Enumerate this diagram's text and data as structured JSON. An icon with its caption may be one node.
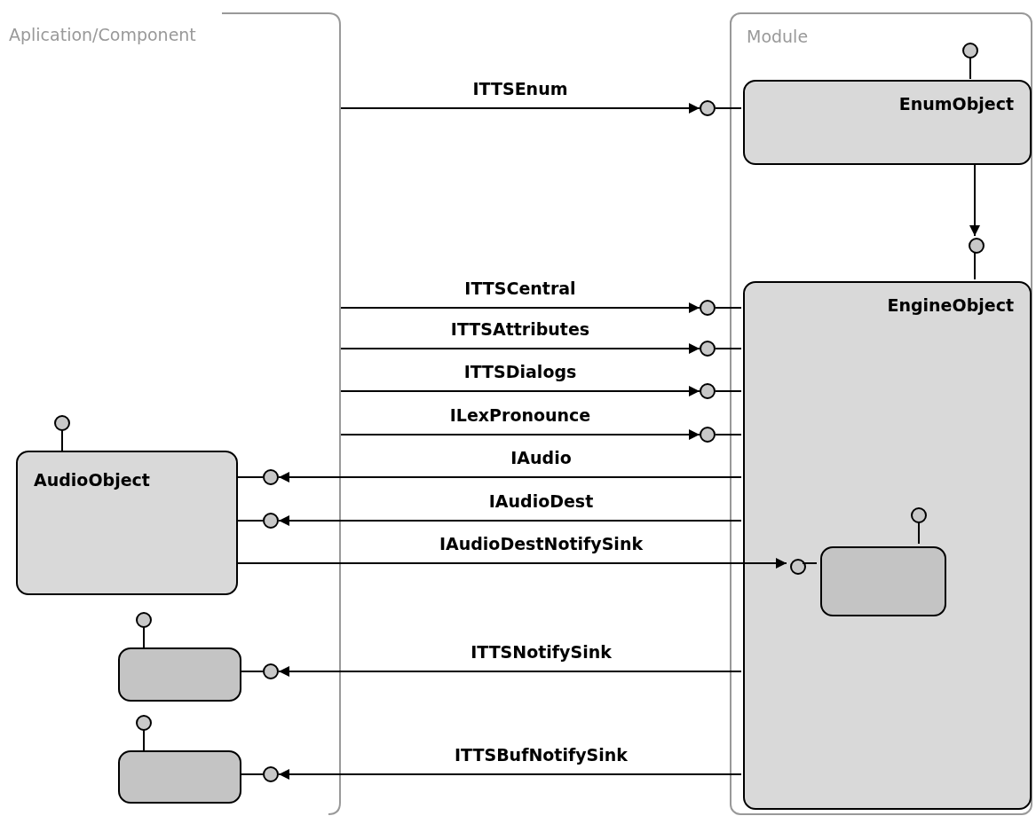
{
  "diagram": {
    "nodes": [
      {
        "text": [
          "Aplication/Component"
        ]
      },
      {
        "text": [
          "Module"
        ]
      },
      {
        "text": [
          "EnumObject"
        ],
        "in": 1
      },
      {
        "text": [
          "EngineObject"
        ],
        "in": 1
      },
      {
        "text": [
          "AudioObject"
        ],
        "in": 0
      },
      {
        "text": [],
        "shape": "box",
        "in": 3
      },
      {
        "text": [],
        "shape": "box",
        "in": 0
      },
      {
        "text": [],
        "shape": "box",
        "in": 0
      },
      {
        "text": [],
        "shape": "circle"
      },
      {
        "text": [],
        "shape": "circle",
        "in": 1
      },
      {
        "text": [],
        "shape": "circle"
      },
      {
        "text": [],
        "shape": "circle"
      },
      {
        "text": [],
        "shape": "circle"
      },
      {
        "text": [],
        "shape": "circle"
      },
      {
        "text": [],
        "shape": "circle",
        "in": 0
      },
      {
        "text": [],
        "shape": "circle",
        "in": 0
      },
      {
        "text": [],
        "shape": "circle",
        "in": 3
      },
      {
        "text": [],
        "shape": "circle",
        "in": 0
      },
      {
        "text": [],
        "shape": "circle",
        "in": 0
      }
    ],
    "edges": [
      {
        "from": 0,
        "to": 8,
        "arrow": "to",
        "label": "ITTSEnum"
      },
      {
        "from": 8,
        "to": 2,
        "arrow": "none"
      },
      {
        "from": 2,
        "to": 9,
        "arrow": "to"
      },
      {
        "from": 9,
        "to": 3,
        "arrow": "none"
      },
      {
        "from": 0,
        "to": 10,
        "arrow": "to",
        "label": "ITTSCentral"
      },
      {
        "from": 10,
        "to": 3,
        "arrow": "none"
      },
      {
        "from": 0,
        "to": 11,
        "arrow": "to",
        "label": "ITTSAttributes"
      },
      {
        "from": 11,
        "to": 3,
        "arrow": "none"
      },
      {
        "from": 0,
        "to": 12,
        "arrow": "to",
        "label": "ITTSDialogs"
      },
      {
        "from": 12,
        "to": 3,
        "arrow": "none"
      },
      {
        "from": 0,
        "to": 13,
        "arrow": "to",
        "label": "ILexPronounce"
      },
      {
        "from": 13,
        "to": 3,
        "arrow": "none"
      },
      {
        "from": 3,
        "to": 14,
        "arrow": "to",
        "label": "IAudio"
      },
      {
        "from": 14,
        "to": 4,
        "arrow": "none"
      },
      {
        "from": 3,
        "to": 15,
        "arrow": "to",
        "label": "IAudioDest"
      },
      {
        "from": 15,
        "to": 4,
        "arrow": "none"
      },
      {
        "from": 4,
        "to": 16,
        "arrow": "to",
        "label": "IAudioDestNotifySink"
      },
      {
        "from": 16,
        "to": 5,
        "arrow": "none"
      },
      {
        "from": 3,
        "to": 17,
        "arrow": "to",
        "label": "ITTSNotifySink"
      },
      {
        "from": 17,
        "to": 6,
        "arrow": "none"
      },
      {
        "from": 3,
        "to": 18,
        "arrow": "to",
        "label": "ITTSBufNotifySink"
      },
      {
        "from": 18,
        "to": 7,
        "arrow": "none"
      }
    ]
  }
}
